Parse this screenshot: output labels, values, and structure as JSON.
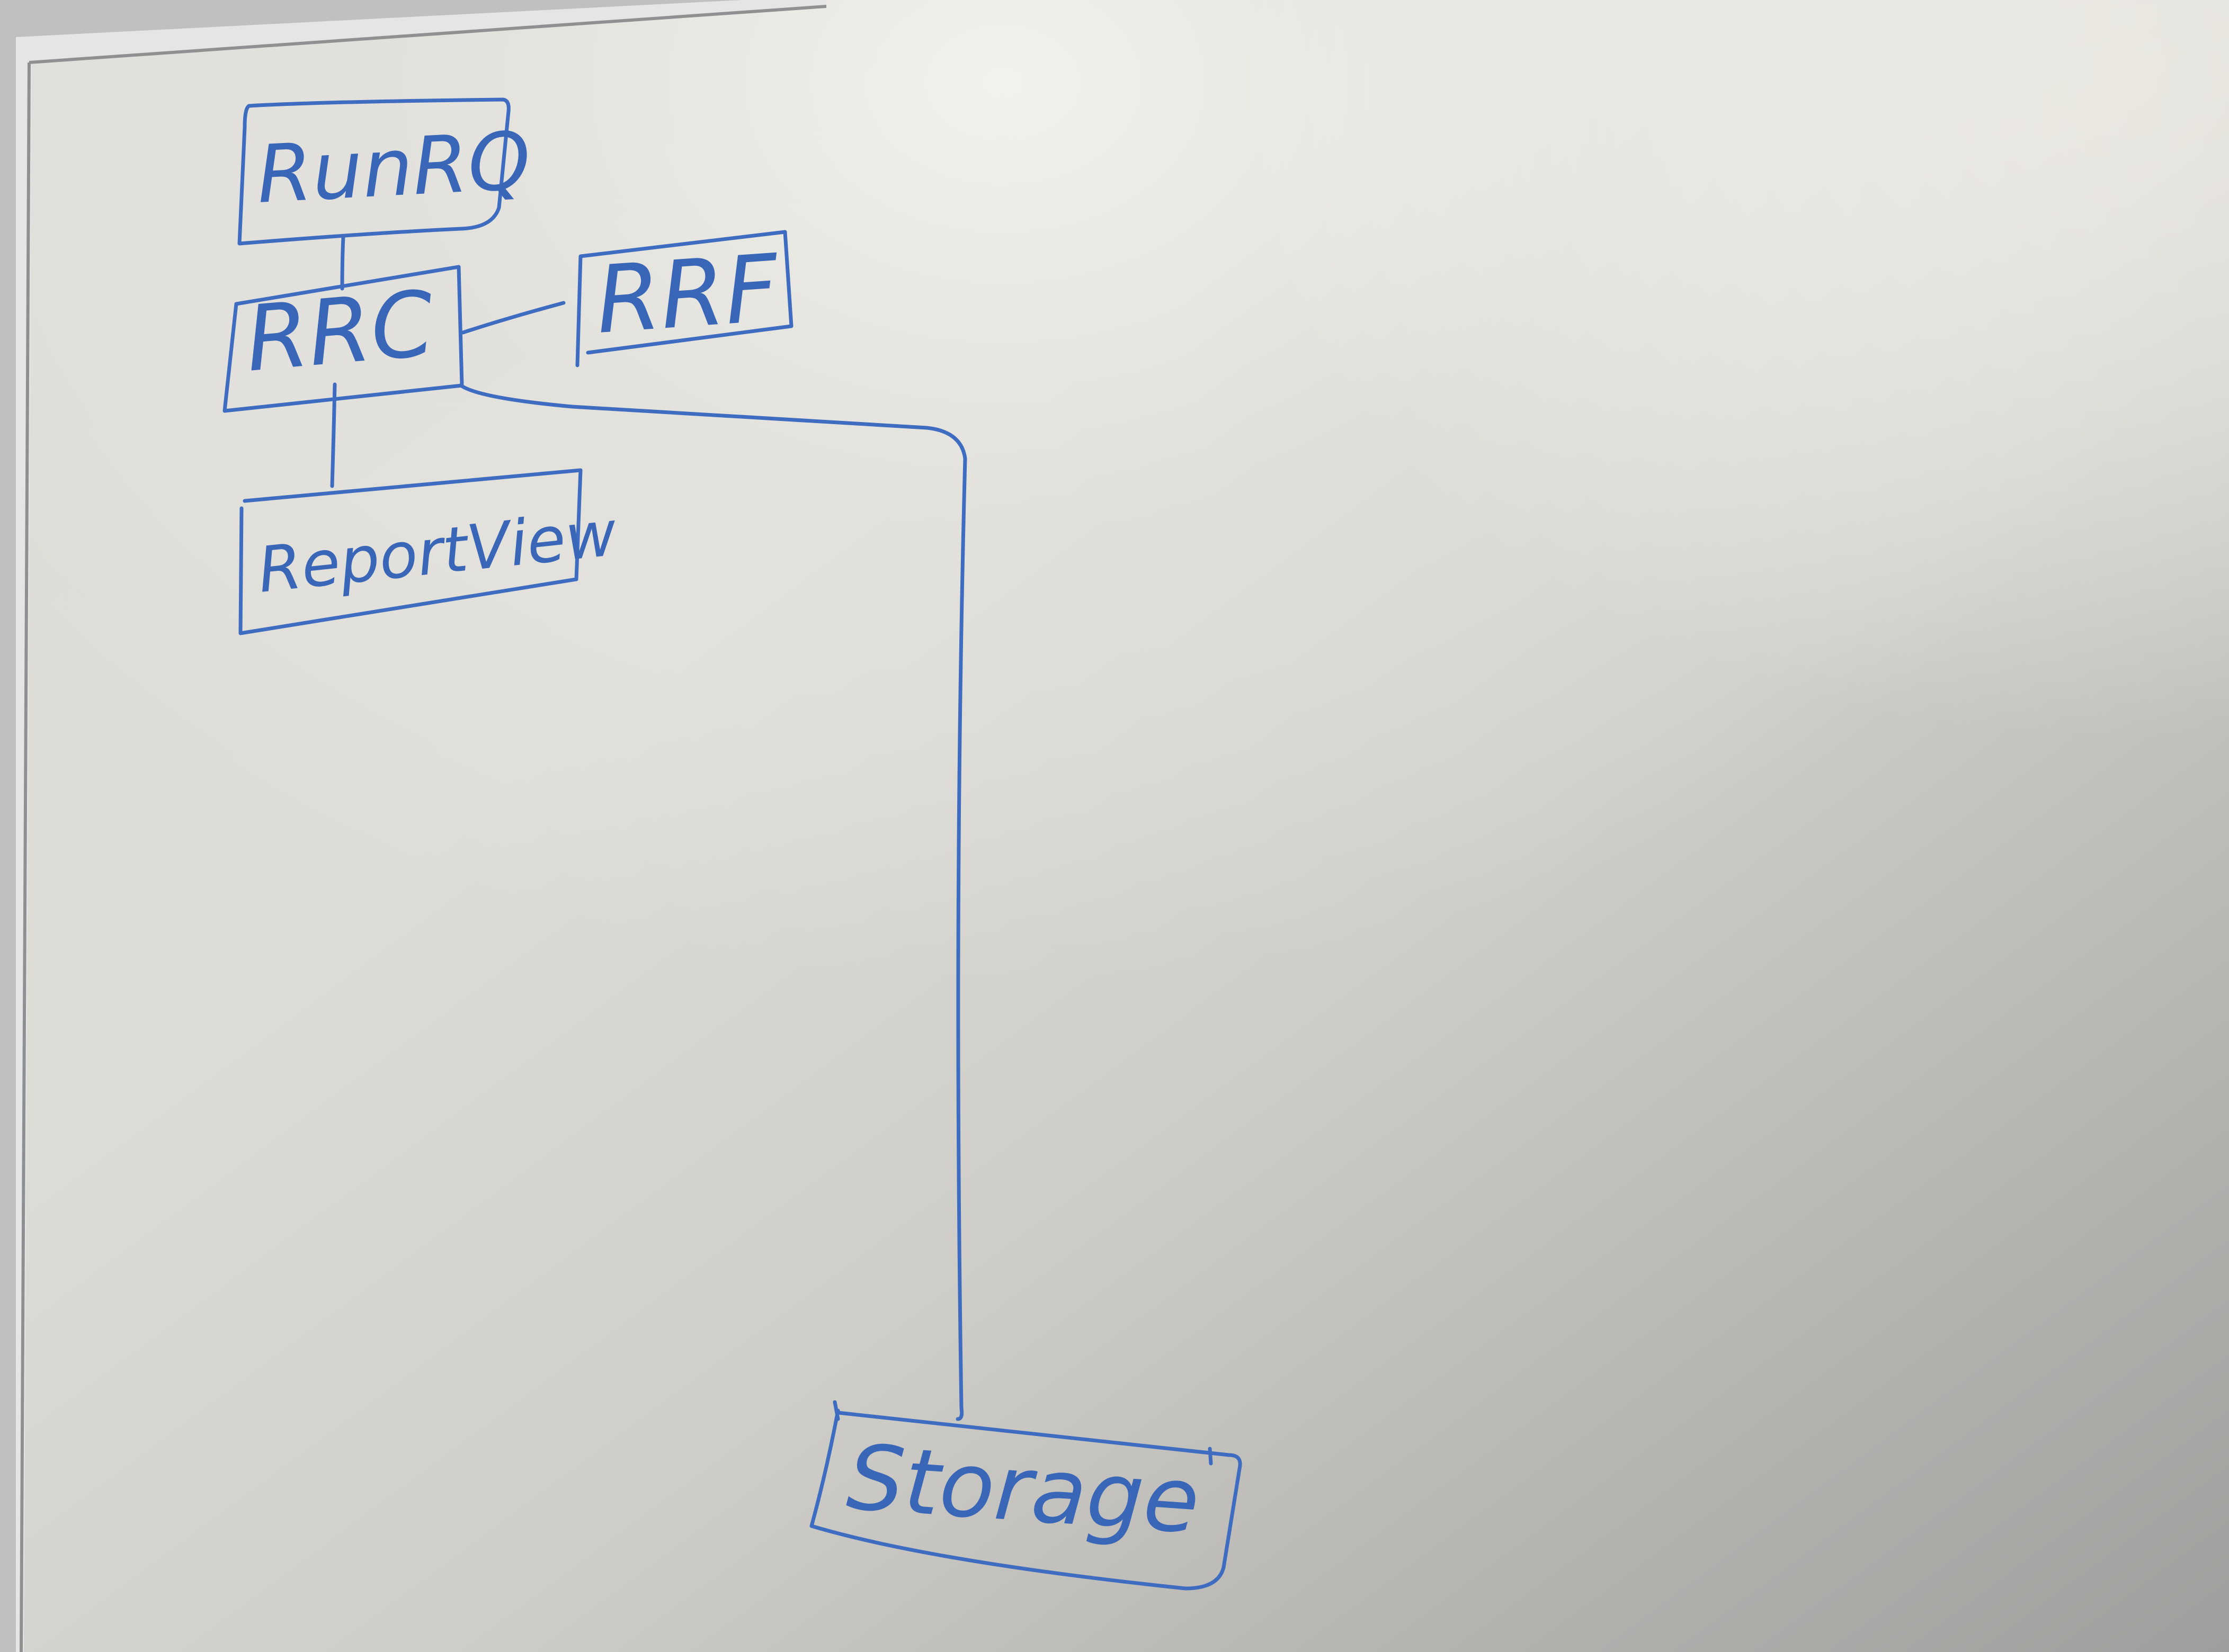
{
  "diagram": {
    "nodes": [
      {
        "id": "runrq",
        "label": "RunRQ"
      },
      {
        "id": "rrc",
        "label": "RRC"
      },
      {
        "id": "rrf",
        "label": "RRF"
      },
      {
        "id": "reportview",
        "label": "ReportView"
      },
      {
        "id": "storage",
        "label": "Storage"
      }
    ],
    "edges": [
      {
        "from": "runrq",
        "to": "rrc"
      },
      {
        "from": "rrc",
        "to": "rrf"
      },
      {
        "from": "rrc",
        "to": "reportview"
      },
      {
        "from": "rrc",
        "to": "storage"
      }
    ],
    "colors": {
      "ink": "#3e6cc0",
      "board": "#d9d8d3",
      "frame": "#c8c9c7"
    }
  }
}
